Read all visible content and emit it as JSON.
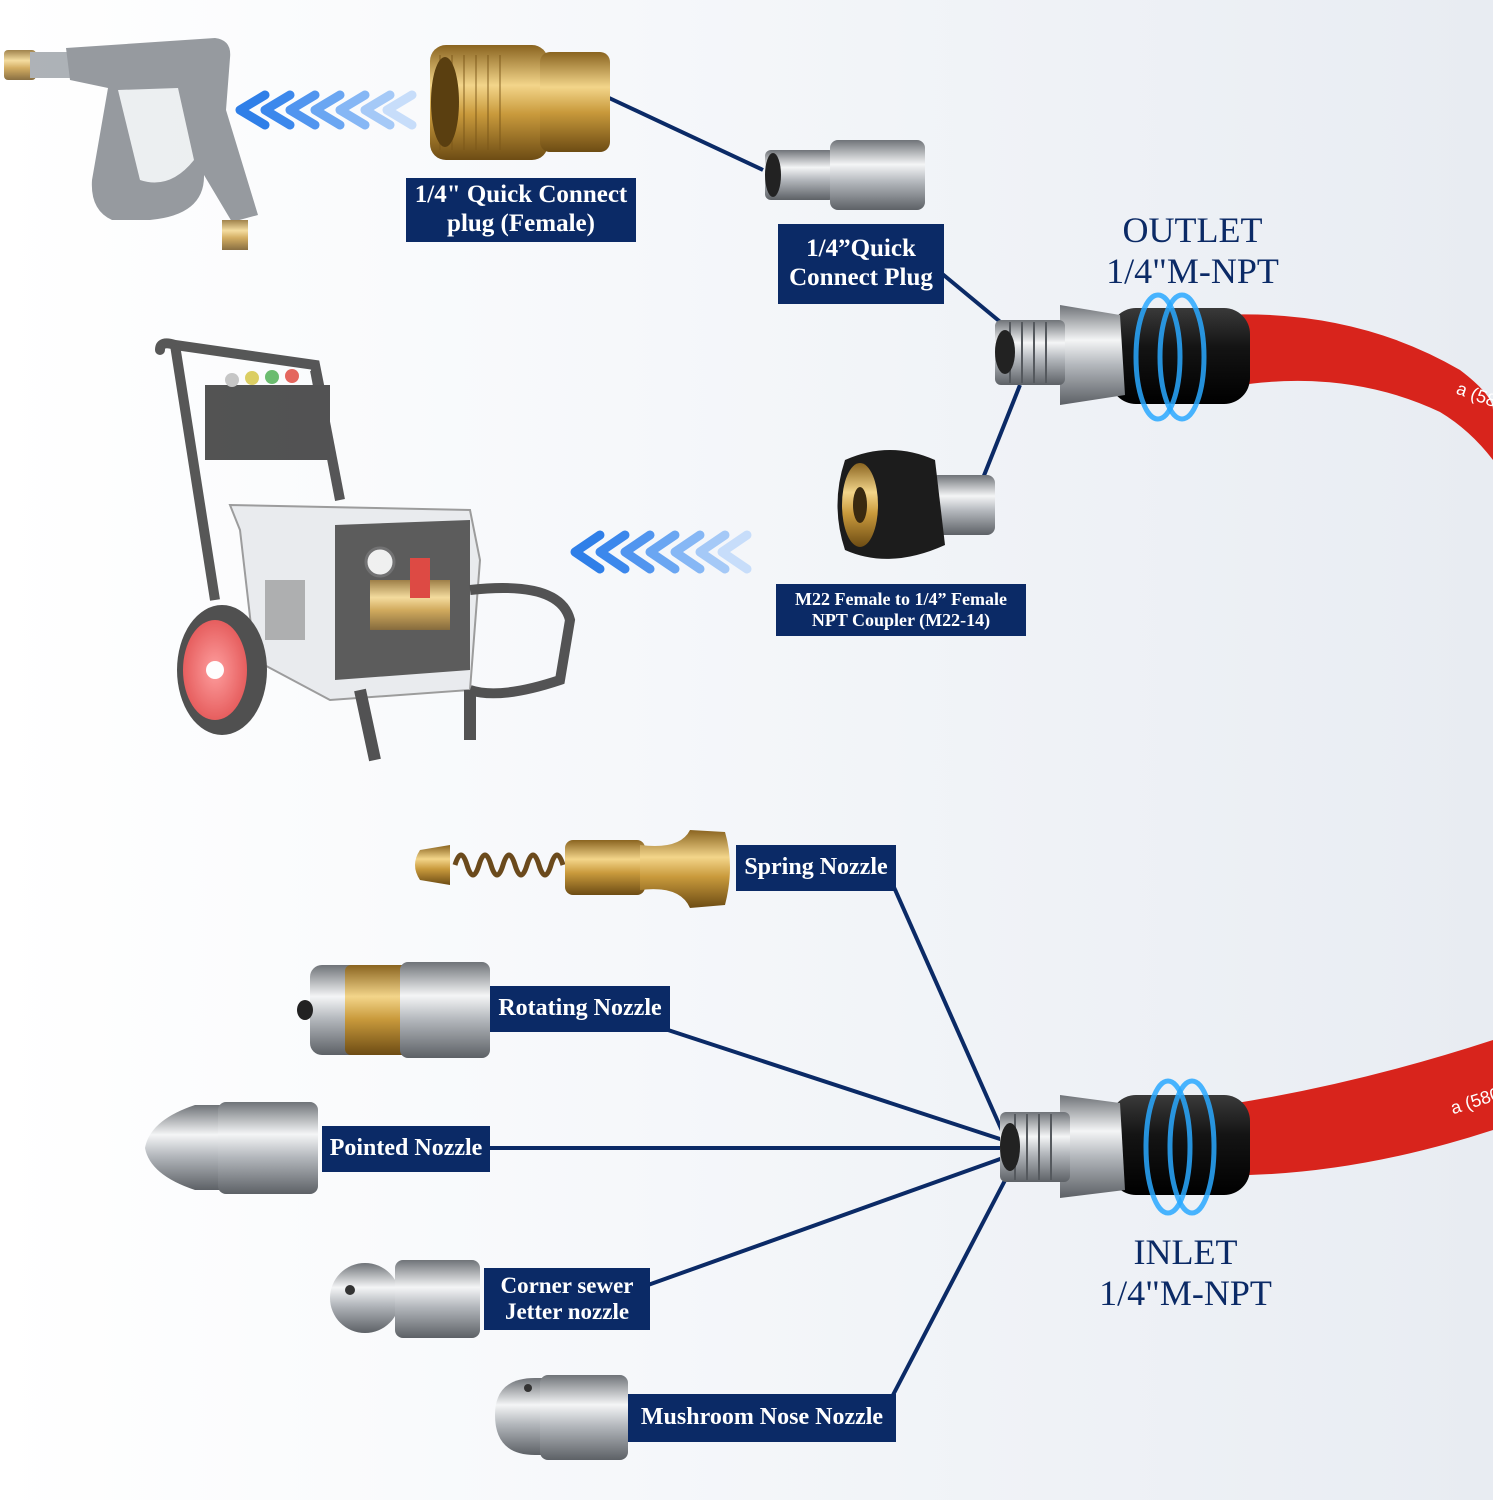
{
  "colors": {
    "label_bg": "#0b2a66",
    "label_text": "#ffffff",
    "line": "#0b2a66",
    "hose": "#d8241c",
    "arrow": "#3e8df0",
    "glow": "#29a8ff",
    "brass": "#c99a3c",
    "steel": "#a9adb3"
  },
  "icons": [
    "spray-gun-icon",
    "pressure-washer-icon",
    "quick-connect-female-icon",
    "quick-connect-plug-icon",
    "m22-coupler-icon",
    "hose-outlet-icon",
    "hose-inlet-icon",
    "spring-nozzle-icon",
    "rotating-nozzle-icon",
    "pointed-nozzle-icon",
    "corner-nozzle-icon",
    "mushroom-nozzle-icon",
    "arrow-chevrons-icon"
  ],
  "outlet": {
    "line1": "OUTLET",
    "line2": "1/4\"M-NPT"
  },
  "inlet": {
    "line1": "INLET",
    "line2": "1/4\"M-NPT"
  },
  "labels": {
    "qc_female": {
      "line1": "1/4\" Quick Connect",
      "line2": "plug (Female)"
    },
    "qc_plug": {
      "line1": "1/4”Quick",
      "line2": "Connect Plug"
    },
    "m22": {
      "line1": "M22 Female to 1/4” Female",
      "line2": "NPT Coupler (M22-14)"
    },
    "spring": "Spring Nozzle",
    "rotating": "Rotating Nozzle",
    "pointed": "Pointed Nozzle",
    "corner": {
      "line1": "Corner sewer",
      "line2": "Jetter nozzle"
    },
    "mushroom": "Mushroom Nose Nozzle"
  },
  "hose_print": "a (580"
}
